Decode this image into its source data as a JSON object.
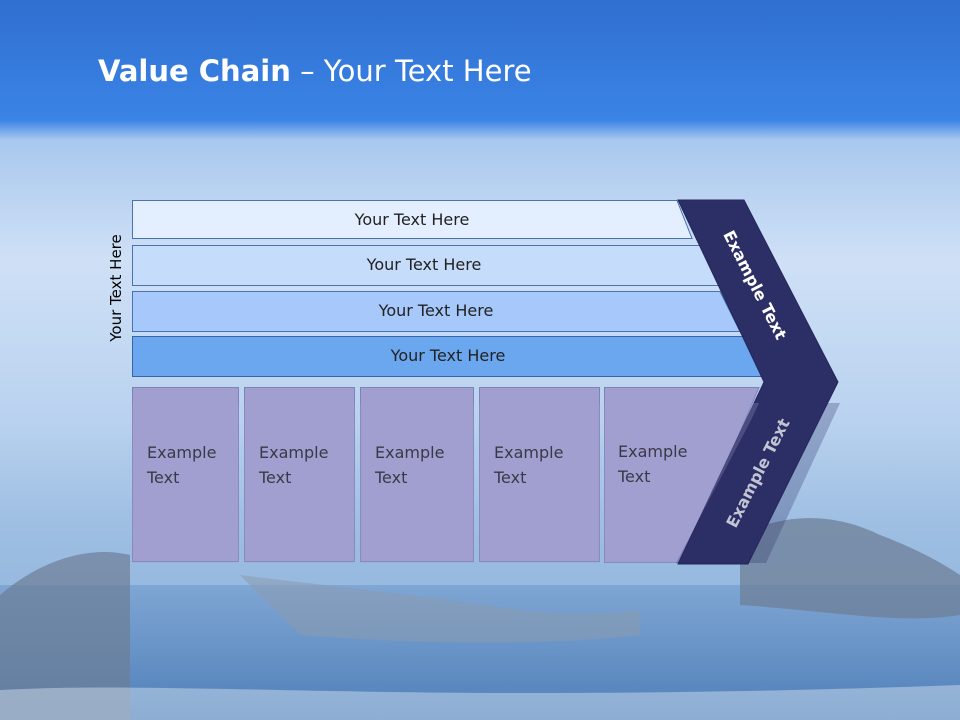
{
  "title": {
    "bold": "Value Chain",
    "rest": " – Your Text Here"
  },
  "side_label": "Your Text Here",
  "rows": [
    {
      "label": "Your Text Here",
      "color": "#e3efff"
    },
    {
      "label": "Your Text Here",
      "color": "#c6dcfb"
    },
    {
      "label": "Your Text Here",
      "color": "#a6c8fa"
    },
    {
      "label": "Your Text Here",
      "color": "#6aa7ef"
    }
  ],
  "columns": [
    {
      "line1": "Example",
      "line2": "Text"
    },
    {
      "line1": "Example",
      "line2": "Text"
    },
    {
      "line1": "Example",
      "line2": "Text"
    },
    {
      "line1": "Example",
      "line2": "Text"
    },
    {
      "line1": "Example",
      "line2": "Text"
    }
  ],
  "chevron": {
    "upper": "Example Text",
    "lower": "Example Text",
    "color": "#2c2f66"
  }
}
